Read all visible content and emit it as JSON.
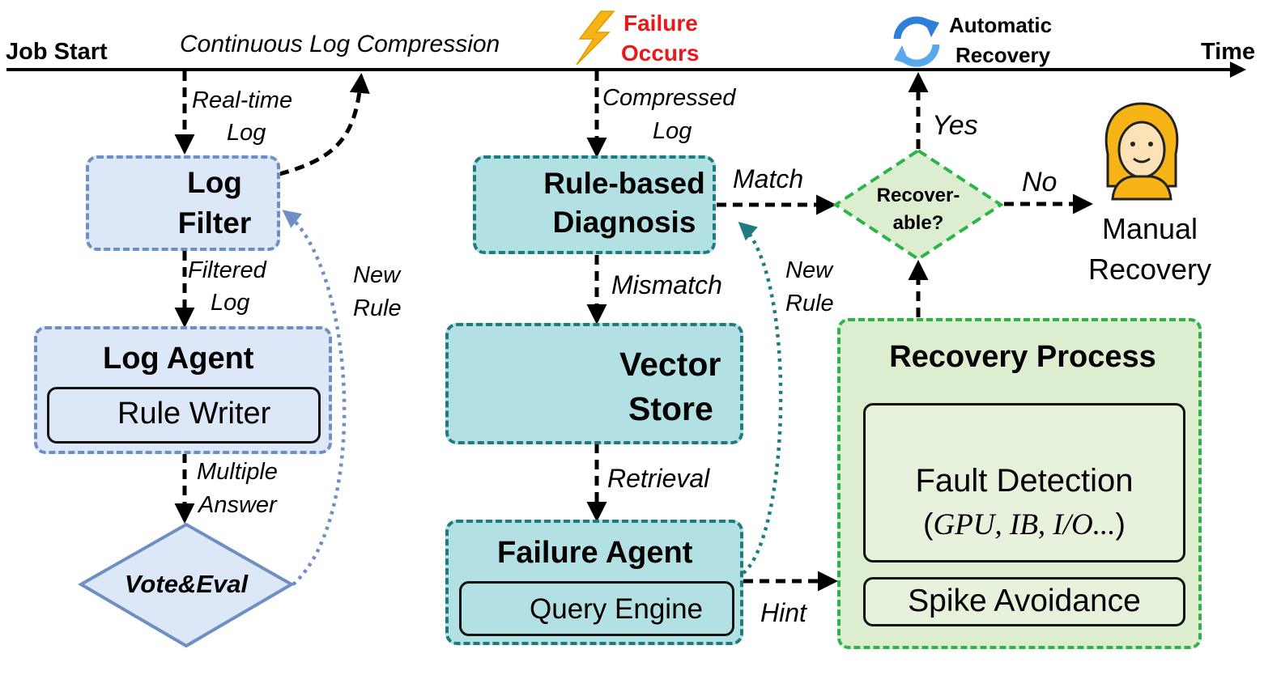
{
  "timeline": {
    "job_start": "Job Start",
    "continuous": "Continuous Log Compression",
    "failure_line1": "Failure",
    "failure_line2": "Occurs",
    "auto_line1": "Automatic",
    "auto_line2": "Recovery",
    "time": "Time"
  },
  "left": {
    "realtime_line1": "Real-time",
    "realtime_line2": "Log",
    "log_filter_line1": "Log",
    "log_filter_line2": "Filter",
    "filtered_line1": "Filtered",
    "filtered_line2": "Log",
    "log_agent": "Log Agent",
    "rule_writer": "Rule Writer",
    "multiple_line1": "Multiple",
    "multiple_line2": "Answer",
    "vote_eval": "Vote&Eval",
    "new_rule_line1": "New",
    "new_rule_line2": "Rule"
  },
  "middle": {
    "compressed_line1": "Compressed",
    "compressed_line2": "Log",
    "diag_line1": "Rule-based",
    "diag_line2": "Diagnosis",
    "mismatch": "Mismatch",
    "vector_line1": "Vector",
    "vector_line2": "Store",
    "retrieval": "Retrieval",
    "failure_agent": "Failure Agent",
    "query_engine": "Query Engine",
    "new_rule_line1": "New",
    "new_rule_line2": "Rule",
    "match": "Match",
    "hint": "Hint"
  },
  "right": {
    "yes": "Yes",
    "no": "No",
    "recover_line1": "Recover-",
    "recover_line2": "able?",
    "manual_line1": "Manual",
    "manual_line2": "Recovery",
    "recovery_process": "Recovery Process",
    "fault_detection": "Fault Detection",
    "fault_paren_open": "(",
    "fault_items": "GPU, IB, I/O...",
    "fault_paren_close": ")",
    "spike_avoidance": "Spike Avoidance"
  },
  "colors": {
    "blue_fill": "#dce8f8",
    "blue_border": "#6f8fc4",
    "teal_fill": "#b3e0e3",
    "teal_border": "#1e7c80",
    "green_fill": "#ddeed0",
    "green_border": "#2eb34a",
    "failure_red": "#e8181b",
    "lightning": "#f6b417",
    "recovery_blue": "#2f7fd8"
  },
  "icons": [
    "lightning-icon",
    "recovery-cycle-icon",
    "list-icon",
    "sparkle-icon",
    "typewriter-icon",
    "particle-filter-icon",
    "neural-network-icon",
    "database-icon",
    "engine-icon",
    "bug-search-icon",
    "person-icon"
  ]
}
